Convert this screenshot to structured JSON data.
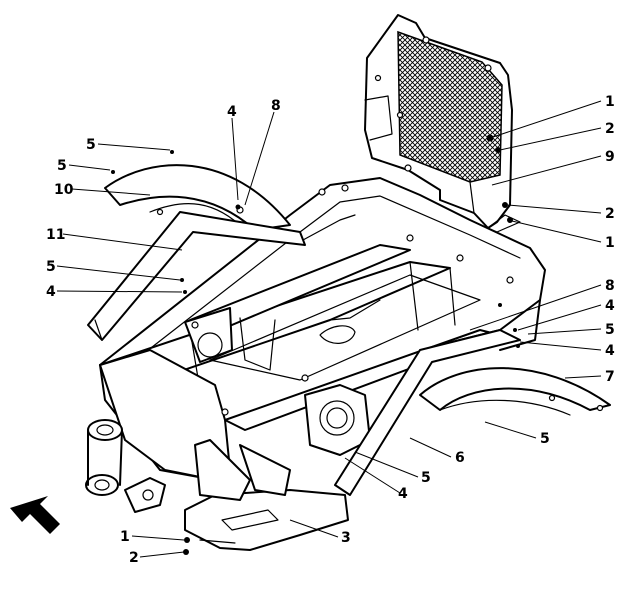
{
  "diagram": {
    "callouts": [
      {
        "id": "c-1-top",
        "label": "1"
      },
      {
        "id": "c-2-top",
        "label": "2"
      },
      {
        "id": "c-9",
        "label": "9"
      },
      {
        "id": "c-2-mid",
        "label": "2"
      },
      {
        "id": "c-1-mid",
        "label": "1"
      },
      {
        "id": "c-8-right",
        "label": "8"
      },
      {
        "id": "c-4-right-a",
        "label": "4"
      },
      {
        "id": "c-5-right",
        "label": "5"
      },
      {
        "id": "c-4-right-b",
        "label": "4"
      },
      {
        "id": "c-7",
        "label": "7"
      },
      {
        "id": "c-5-fender-right",
        "label": "5"
      },
      {
        "id": "c-6",
        "label": "6"
      },
      {
        "id": "c-5-bottom",
        "label": "5"
      },
      {
        "id": "c-4-bottom",
        "label": "4"
      },
      {
        "id": "c-3",
        "label": "3"
      },
      {
        "id": "c-1-bottom",
        "label": "1"
      },
      {
        "id": "c-2-bottom",
        "label": "2"
      },
      {
        "id": "c-4-top",
        "label": "4"
      },
      {
        "id": "c-8-top",
        "label": "8"
      },
      {
        "id": "c-5-top-a",
        "label": "5"
      },
      {
        "id": "c-5-top-b",
        "label": "5"
      },
      {
        "id": "c-10",
        "label": "10"
      },
      {
        "id": "c-11",
        "label": "11"
      },
      {
        "id": "c-5-left",
        "label": "5"
      },
      {
        "id": "c-4-left",
        "label": "4"
      }
    ],
    "direction_arrow": "arrow-icon"
  }
}
